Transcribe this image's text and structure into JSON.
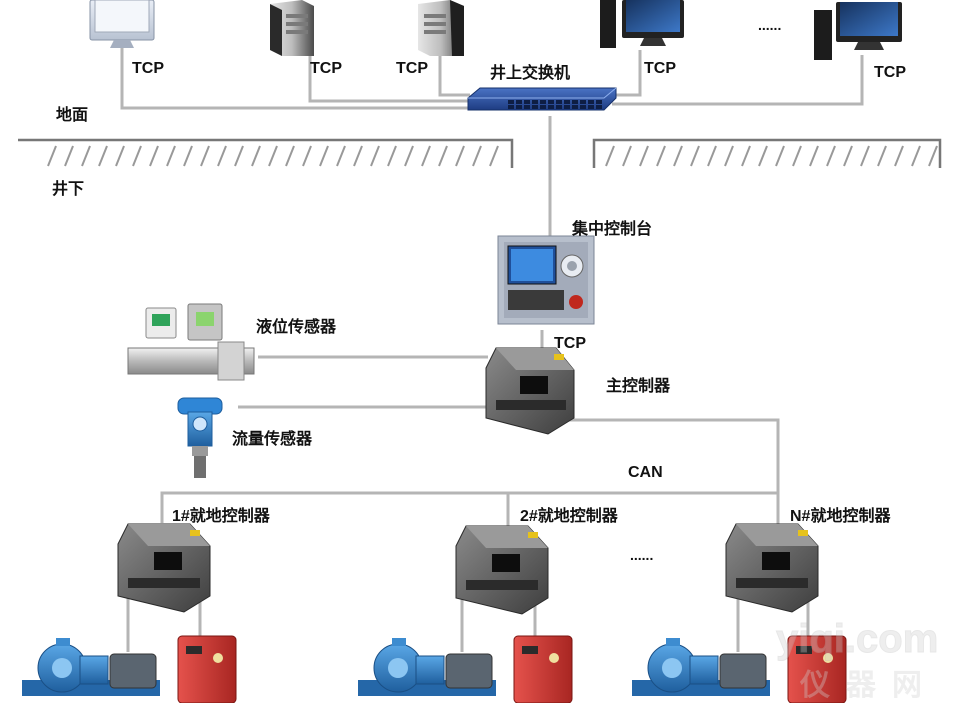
{
  "labels": {
    "tcp": "TCP",
    "switch": "井上交换机",
    "surface": "地面",
    "underground": "井下",
    "console": "集中控制台",
    "level_sensor": "液位传感器",
    "flow_sensor": "流量传感器",
    "main_controller": "主控制器",
    "can": "CAN",
    "local_1": "1#就地控制器",
    "local_2": "2#就地控制器",
    "local_n": "N#就地控制器",
    "ellipsis": "......",
    "watermark_top": "yiqi.com",
    "watermark_bottom": "仪器网"
  },
  "colors": {
    "line": "#b5b5b5",
    "switch_blue": "#2c4f9e",
    "console_frame": "#9aa3b5",
    "console_screen": "#2a6fc9",
    "controller_gray": "#5e5e5e",
    "pump_blue": "#2b7fc4",
    "motor_gray": "#5a6570",
    "cabinet_red": "#d23a35",
    "sensor_blue": "#2f86d6"
  },
  "icons": {
    "computer": "computer-icon",
    "server_tower": "server-tower-icon",
    "network_switch": "network-switch-icon",
    "control_console": "control-console-icon",
    "controller": "controller-box-icon",
    "level_sensor": "level-sensor-icon",
    "flow_sensor": "flow-sensor-icon",
    "pump": "pump-icon",
    "cabinet": "red-cabinet-icon"
  }
}
